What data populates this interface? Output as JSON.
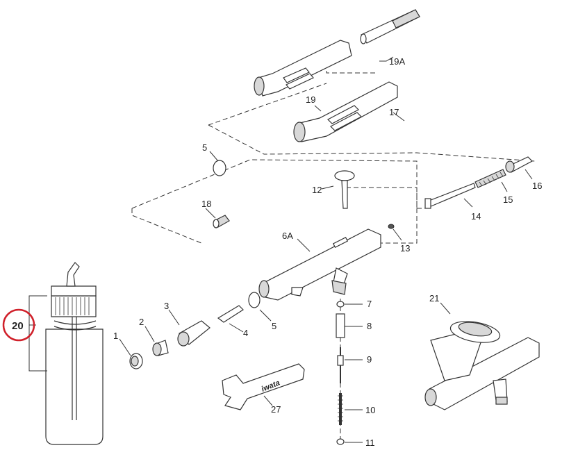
{
  "labels": {
    "p1": "1",
    "p2": "2",
    "p3": "3",
    "p4": "4",
    "p5a": "5",
    "p5b": "5",
    "p6a": "6A",
    "p7": "7",
    "p8": "8",
    "p9": "9",
    "p10": "10",
    "p11": "11",
    "p12": "12",
    "p13": "13",
    "p14": "14",
    "p15": "15",
    "p16": "16",
    "p17": "17",
    "p18": "18",
    "p19": "19",
    "p19a": "19A",
    "p20": "20",
    "p21": "21",
    "p27": "27"
  },
  "wrench_brand": "iwata",
  "colors": {
    "highlight_circle": "#d0202a",
    "line": "#333333"
  }
}
